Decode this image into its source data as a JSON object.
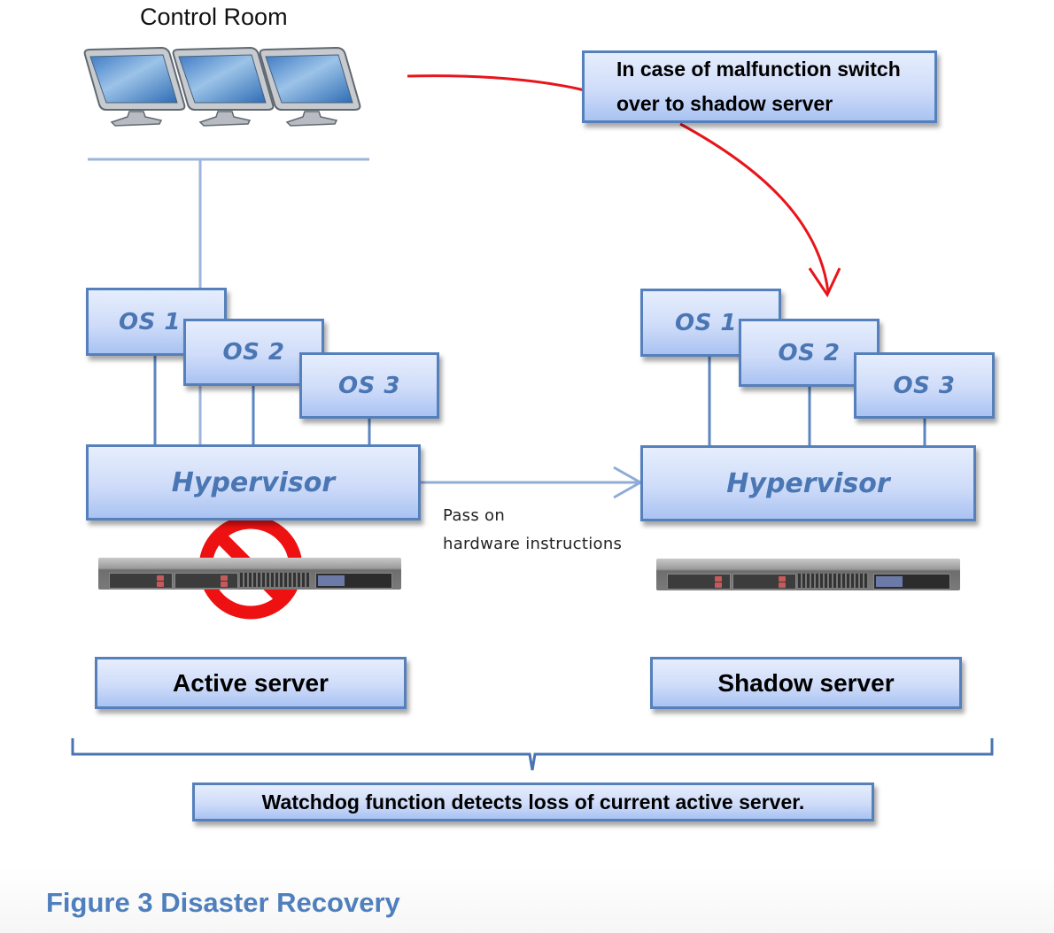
{
  "control_room": {
    "title": "Control Room",
    "monitor_count": 3
  },
  "callout": {
    "line1": "In case of malfunction switch",
    "line2": "over to shadow server"
  },
  "active_side": {
    "os_boxes": [
      "OS 1",
      "OS 2",
      "OS 3"
    ],
    "hypervisor": "Hypervisor",
    "server_label": "Active server",
    "status": "failed"
  },
  "shadow_side": {
    "os_boxes": [
      "OS 1",
      "OS 2",
      "OS 3"
    ],
    "hypervisor": "Hypervisor",
    "server_label": "Shadow server"
  },
  "link": {
    "line1": "Pass on",
    "line2": "hardware instructions"
  },
  "watchdog": {
    "label": "Watchdog function detects loss of current active server."
  },
  "caption": "Figure 3 Disaster Recovery",
  "colors": {
    "box_border": "#5580bb",
    "box_text": "#4a76b4",
    "connector": "#5b86c0",
    "red_arrow": "#e8141b",
    "caption": "#4f7fbd"
  }
}
